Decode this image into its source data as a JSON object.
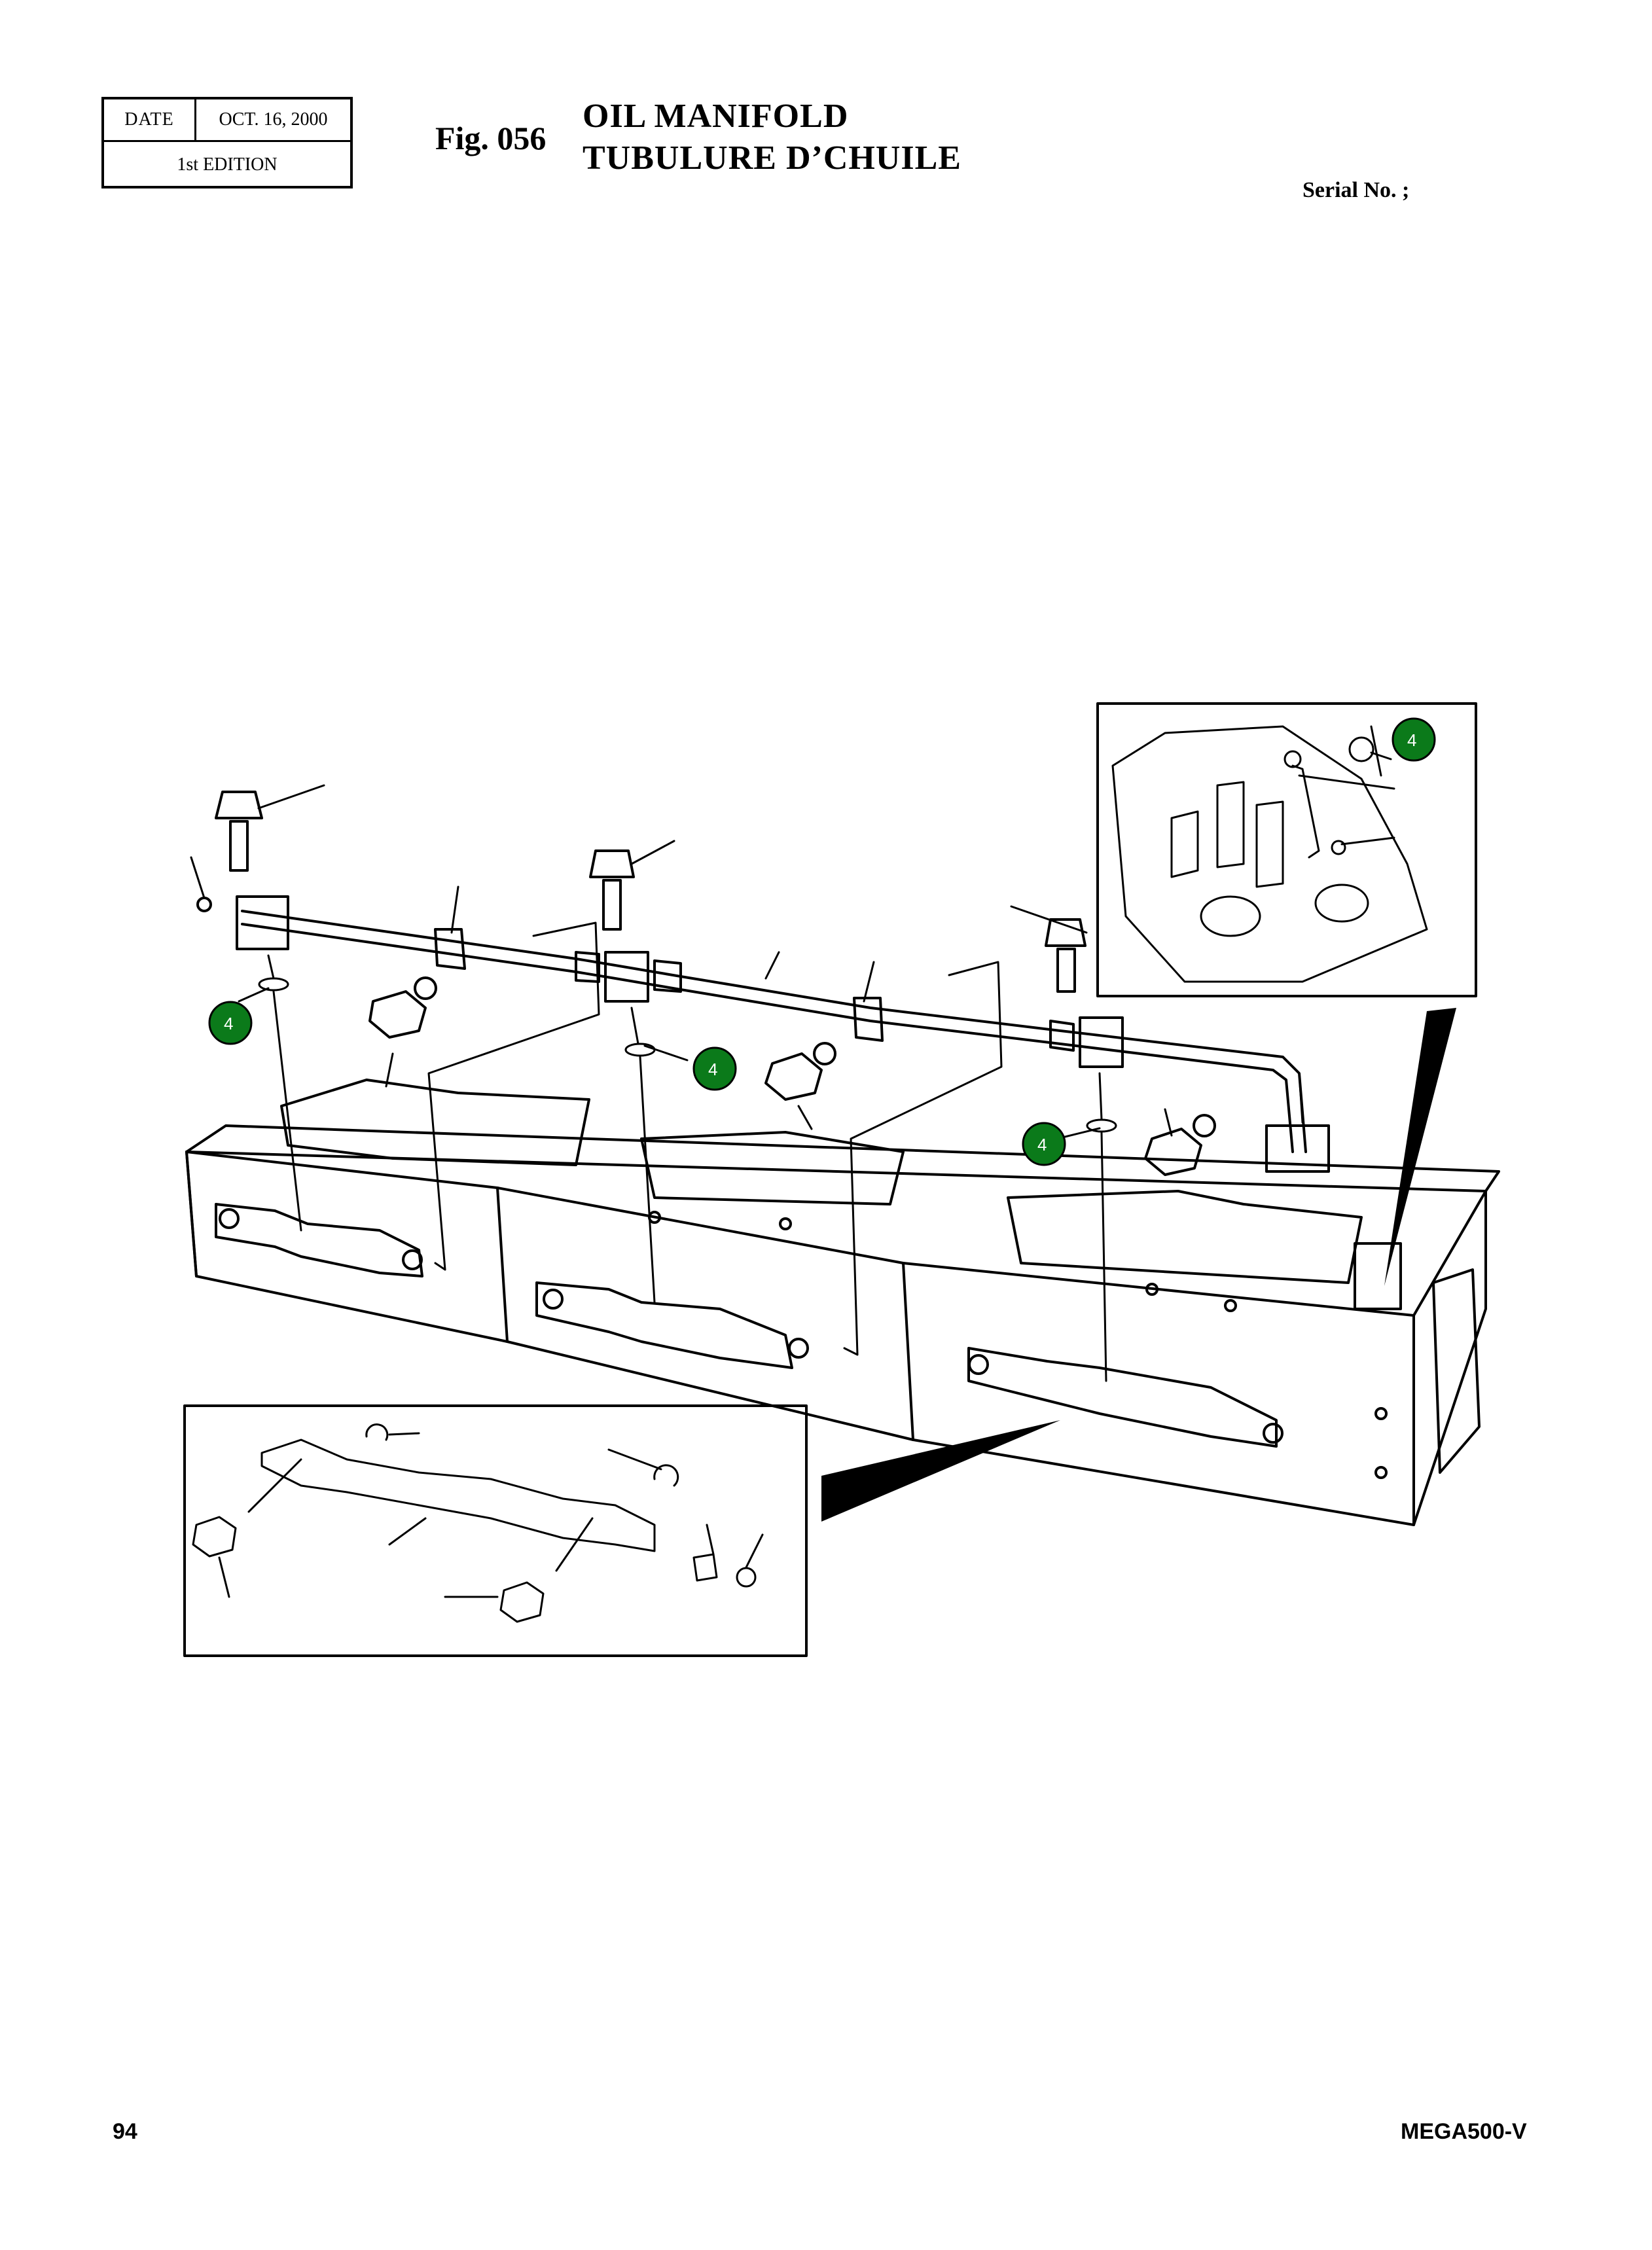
{
  "header": {
    "date_label": "DATE",
    "date_value": "OCT. 16, 2000",
    "edition": "1st EDITION",
    "figure_number": "Fig. 056",
    "title_en": "OIL MANIFOLD",
    "title_fr": "TUBULURE D’CHUILE",
    "serial_label": "Serial No. ;"
  },
  "callouts": [
    {
      "label": "4"
    },
    {
      "label": "4"
    },
    {
      "label": "4"
    },
    {
      "label": "4"
    }
  ],
  "colors": {
    "callout_fill": "#0b7a1a",
    "line": "#000000"
  },
  "footer": {
    "page_number": "94",
    "model": "MEGA500-V"
  }
}
